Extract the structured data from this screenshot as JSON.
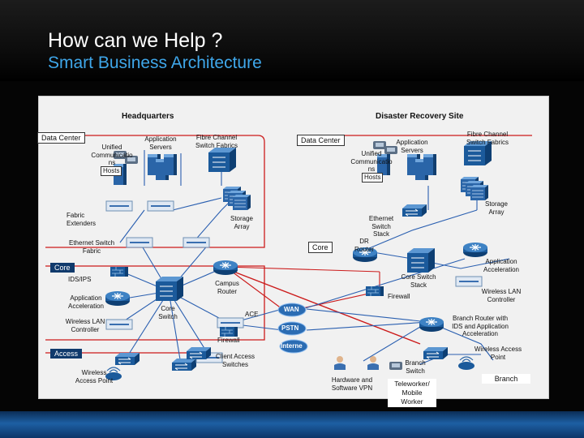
{
  "title": "How can we Help ?",
  "subtitle": "Smart Business Architecture",
  "colors": {
    "title": "#ffffff",
    "subtitle": "#3fa7ea",
    "diagram_background": "#f1f1f1",
    "link_red": "#cc1b1b",
    "link_blue": "#2a5fb0",
    "zone_border": "#cc1b1b",
    "cloud": "#2b6cb3"
  },
  "headquarters": {
    "label": "Headquarters",
    "data_center": "Data Center",
    "unified_communications": "Unified Communicatio ns",
    "hosts": "Hosts",
    "application_servers": "Application Servers",
    "fibre_channel_switch_fabrics": "Fibre Channel Switch Fabrics",
    "fabric_extenders": "Fabric Extenders",
    "ethernet_switch_fabric": "Ethernet Switch Fabric",
    "storage_array": "Storage Array",
    "core": "Core",
    "ids_ips": "IDS/IPS",
    "application_acceleration": "Application Acceleration",
    "wireless_lan_controller": "Wireless LAN Controller",
    "core_switch": "Core Switch",
    "campus_router": "Campus Router",
    "ace": "ACE",
    "firewall": "Firewall",
    "access": "Access",
    "wireless_access_point": "Wireless Access Point",
    "client_access_switches": "Client Access Switches"
  },
  "disaster_recovery_site": {
    "label": "Disaster Recovery Site",
    "data_center": "Data Center",
    "unified_communications": "Unified Communicatio ns",
    "hosts": "Hosts",
    "application_servers": "Application Servers",
    "fibre_channel_switch_fabrics": "Fibre Channel Switch Fabrics",
    "storage_array": "Storage Array",
    "ethernet_switch_stack": "Ethernet Switch Stack",
    "core": "Core",
    "dr_router": "DR Router",
    "application_acceleration": "Application Acceleration",
    "core_switch_stack": "Core Switch Stack",
    "wireless_lan_controller": "Wireless LAN Controller",
    "firewall": "Firewall"
  },
  "clouds": {
    "wan": "WAN",
    "pstn": "PSTN",
    "internet": "Interne"
  },
  "branch": {
    "label": "Branch",
    "branch_router": "Branch Router with IDS and Application Acceleration",
    "wireless_access_point": "Wireless Access Point",
    "branch_switch": "Branch Switch",
    "hardware_software_vpn": "Hardware and Software VPN",
    "teleworker": "Teleworker/ Mobile Worker"
  },
  "icons": {
    "router": "router-icon",
    "switch": "switch-icon",
    "server": "server-icon",
    "storage": "storage-icon",
    "firewall": "firewall-icon",
    "wireless": "access-point-icon",
    "phone": "ip-phone-icon",
    "person": "user-icon"
  }
}
